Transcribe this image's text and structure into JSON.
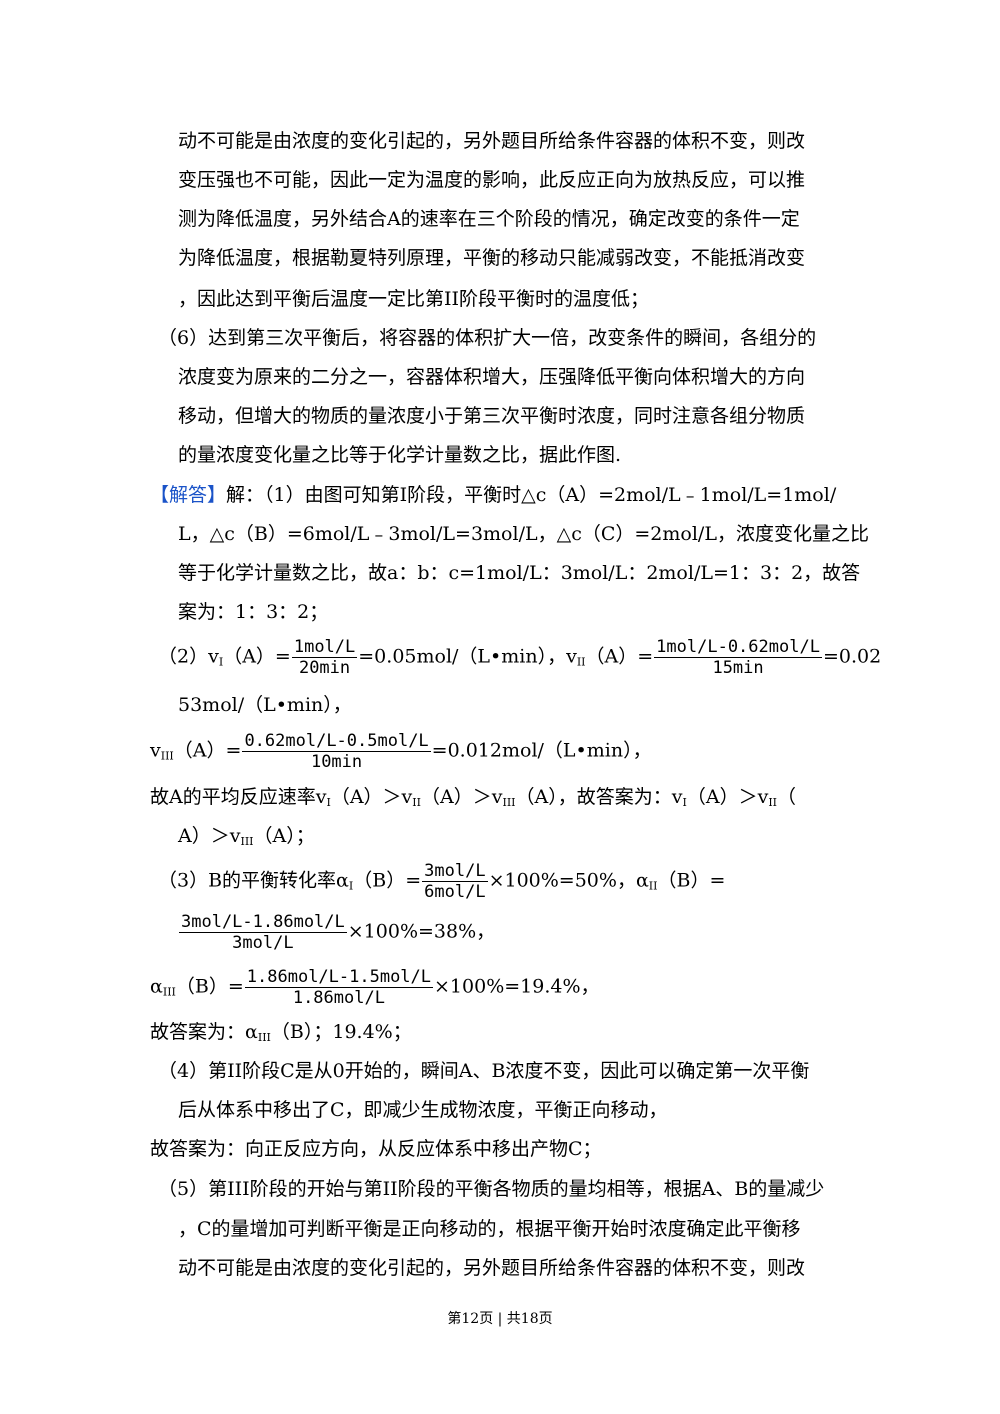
{
  "lines": {
    "p1": "动不可能是由浓度的变化引起的，另外题目所给条件容器的体积不变，则改",
    "p2": "变压强也不可能，因此一定为温度的影响，此反应正向为放热反应，可以推",
    "p3": "测为降低温度，另外结合A的速率在三个阶段的情况，确定改变的条件一定",
    "p4": "为降低温度，根据勒夏特列原理，平衡的移动只能减弱改变，不能抵消改变",
    "p5": "，因此达到平衡后温度一定比第II阶段平衡时的温度低；",
    "p6": "（6）达到第三次平衡后，将容器的体积扩大一倍，改变条件的瞬间，各组分的",
    "p7": "浓度变为原来的二分之一，容器体积增大，压强降低平衡向体积增大的方向",
    "p8": "移动，但增大的物质的量浓度小于第三次平衡时浓度，同时注意各组分物质",
    "p9": "的量浓度变化量之比等于化学计量数之比，据此作图.",
    "ans_tag": "【解答】",
    "a1": "解：（1）由图可知第I阶段，平衡时△c（A）=2mol/L﹣1mol/L=1mol/",
    "a2": "L，△c（B）=6mol/L﹣3mol/L=3mol/L，△c（C）=2mol/L，浓度变化量之比",
    "a3": "等于化学计量数之比，故a：b：c=1mol/L：3mol/L：2mol/L=1：3：2，故答",
    "a4": "案为：1：3：2；",
    "a5_pre": "（2）v",
    "a5_sub1": "I",
    "a5_mid1": "（A）=",
    "a5_f1_num": "1mol/L",
    "a5_f1_den": "20min",
    "a5_mid2": "=0.05mol/（L•min），v",
    "a5_sub2": "II",
    "a5_mid3": "（A）=",
    "a5_f2_num": "1mol/L-0.62mol/L",
    "a5_f2_den": "15min",
    "a5_end": "=0.02",
    "a6": "53mol/（L•min），",
    "a7_pre": "v",
    "a7_sub": "III",
    "a7_mid": "（A）=",
    "a7_f_num": "0.62mol/L-0.5mol/L",
    "a7_f_den": "10min",
    "a7_end": "=0.012mol/（L•min），",
    "a8_pre": "故A的平均反应速率v",
    "a8_s1": "I",
    "a8_m1": "（A）＞v",
    "a8_s2": "II",
    "a8_m2": "（A）＞v",
    "a8_s3": "III",
    "a8_m3": "（A），故答案为：v",
    "a8_s4": "I",
    "a8_m4": "（A）＞v",
    "a8_s5": "II",
    "a8_end": "（",
    "a9_pre": "A）＞v",
    "a9_sub": "III",
    "a9_end": "（A）；",
    "a10_pre": "（3）B的平衡转化率α",
    "a10_sub1": "I",
    "a10_mid": "（B）=",
    "a10_f_num": "3mol/L",
    "a10_f_den": "6mol/L",
    "a10_mid2": "×100%=50%，α",
    "a10_sub2": "II",
    "a10_end": "（B）=",
    "a11_f_num": "3mol/L-1.86mol/L",
    "a11_f_den": "3mol/L",
    "a11_end": "×100%=38%，",
    "a12_pre": "α",
    "a12_sub": "III",
    "a12_mid": "（B）=",
    "a12_f_num": "1.86mol/L-1.5mol/L",
    "a12_f_den": "1.86mol/L",
    "a12_end": "×100%=19.4%，",
    "a13_pre": "故答案为：α",
    "a13_sub": "III",
    "a13_end": "（B）；19.4%；",
    "a14": "（4）第II阶段C是从0开始的，瞬间A、B浓度不变，因此可以确定第一次平衡",
    "a15": "后从体系中移出了C，即减少生成物浓度，平衡正向移动，",
    "a16": "故答案为：向正反应方向，从反应体系中移出产物C；",
    "a17": "（5）第III阶段的开始与第II阶段的平衡各物质的量均相等，根据A、B的量减少",
    "a18": "，C的量增加可判断平衡是正向移动的，根据平衡开始时浓度确定此平衡移",
    "a19": "动不可能是由浓度的变化引起的，另外题目所给条件容器的体积不变，则改"
  },
  "footer": "第12页 | 共18页",
  "colors": {
    "answer_tag": "#1a53c8"
  }
}
